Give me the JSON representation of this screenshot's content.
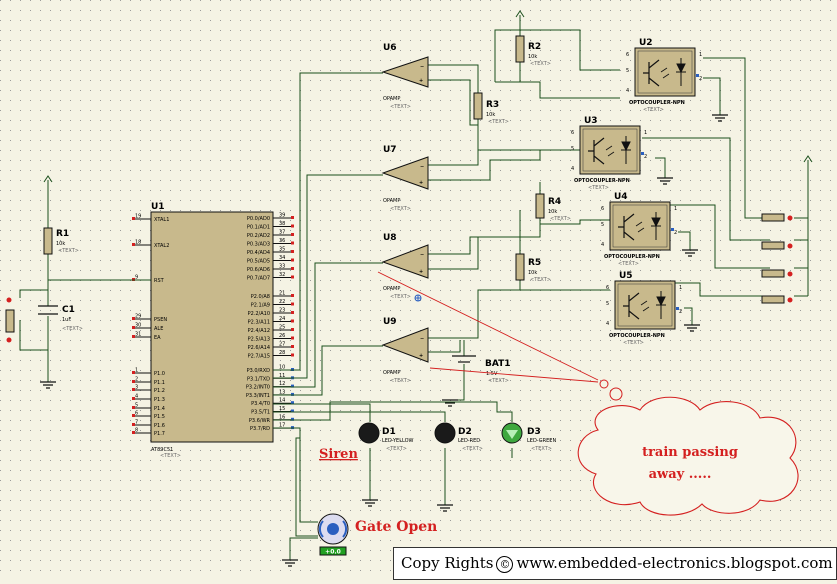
{
  "mcu": {
    "ref": "U1",
    "part": "AT89C51",
    "text": "<TEXT>",
    "left_pins": [
      {
        "num": "19",
        "name": "XTAL1"
      },
      {
        "num": "18",
        "name": "XTAL2"
      },
      {
        "num": "9",
        "name": "RST"
      },
      {
        "num": "29",
        "name": "PSEN"
      },
      {
        "num": "30",
        "name": "ALE"
      },
      {
        "num": "31",
        "name": "EA"
      },
      {
        "num": "1",
        "name": "P1.0"
      },
      {
        "num": "2",
        "name": "P1.1"
      },
      {
        "num": "3",
        "name": "P1.2"
      },
      {
        "num": "4",
        "name": "P1.3"
      },
      {
        "num": "5",
        "name": "P1.4"
      },
      {
        "num": "6",
        "name": "P1.5"
      },
      {
        "num": "7",
        "name": "P1.6"
      },
      {
        "num": "8",
        "name": "P1.7"
      }
    ],
    "right_pins": [
      {
        "num": "39",
        "name": "P0.0/AD0"
      },
      {
        "num": "38",
        "name": "P0.1/AD1"
      },
      {
        "num": "37",
        "name": "P0.2/AD2"
      },
      {
        "num": "36",
        "name": "P0.3/AD3"
      },
      {
        "num": "35",
        "name": "P0.4/AD4"
      },
      {
        "num": "34",
        "name": "P0.5/AD5"
      },
      {
        "num": "33",
        "name": "P0.6/AD6"
      },
      {
        "num": "32",
        "name": "P0.7/AD7"
      },
      {
        "num": "21",
        "name": "P2.0/A8"
      },
      {
        "num": "22",
        "name": "P2.1/A9"
      },
      {
        "num": "23",
        "name": "P2.2/A10"
      },
      {
        "num": "24",
        "name": "P2.3/A11"
      },
      {
        "num": "25",
        "name": "P2.4/A12"
      },
      {
        "num": "26",
        "name": "P2.5/A13"
      },
      {
        "num": "27",
        "name": "P2.6/A14"
      },
      {
        "num": "28",
        "name": "P2.7/A15"
      },
      {
        "num": "10",
        "name": "P3.0/RXD"
      },
      {
        "num": "11",
        "name": "P3.1/TXD"
      },
      {
        "num": "12",
        "name": "P3.2/INT0"
      },
      {
        "num": "13",
        "name": "P3.3/INT1"
      },
      {
        "num": "14",
        "name": "P3.4/T0"
      },
      {
        "num": "15",
        "name": "P3.5/T1"
      },
      {
        "num": "16",
        "name": "P3.6/WR"
      },
      {
        "num": "17",
        "name": "P3.7/RD"
      }
    ]
  },
  "resistors": [
    {
      "ref": "R1",
      "value": "10k",
      "text": "<TEXT>"
    },
    {
      "ref": "R2",
      "value": "10k",
      "text": "<TEXT>"
    },
    {
      "ref": "R3",
      "value": "10k",
      "text": "<TEXT>"
    },
    {
      "ref": "R4",
      "value": "10k",
      "text": "<TEXT>"
    },
    {
      "ref": "R5",
      "value": "10k",
      "text": "<TEXT>"
    }
  ],
  "capacitor": {
    "ref": "C1",
    "value": "1uF",
    "text": "<TEXT>"
  },
  "opamps": [
    {
      "ref": "U6",
      "part": "OPAMP",
      "text": "<TEXT>"
    },
    {
      "ref": "U7",
      "part": "OPAMP",
      "text": "<TEXT>"
    },
    {
      "ref": "U8",
      "part": "OPAMP",
      "text": "<TEXT>"
    },
    {
      "ref": "U9",
      "part": "OPAMP",
      "text": "<TEXT>"
    }
  ],
  "optocouplers": [
    {
      "ref": "U2",
      "part": "OPTOCOUPLER-NPN",
      "text": "<TEXT>"
    },
    {
      "ref": "U3",
      "part": "OPTOCOUPLER-NPN",
      "text": "<TEXT>"
    },
    {
      "ref": "U4",
      "part": "OPTOCOUPLER-NPN",
      "text": "<TEXT>"
    },
    {
      "ref": "U5",
      "part": "OPTOCOUPLER-NPN",
      "text": "<TEXT>"
    }
  ],
  "opto_pins": [
    "6",
    "5",
    "4",
    "1",
    "2"
  ],
  "battery": {
    "ref": "BAT1",
    "value": "1.5V",
    "text": "<TEXT>"
  },
  "leds": [
    {
      "ref": "D1",
      "part": "LED-YELLOW",
      "text": "<TEXT>",
      "color": "#1a1a1a"
    },
    {
      "ref": "D2",
      "part": "LED-RED",
      "text": "<TEXT>",
      "color": "#1a1a1a"
    },
    {
      "ref": "D3",
      "part": "LED-GREEN",
      "text": "<TEXT>",
      "color": "#3fa83f"
    }
  ],
  "motor": {
    "reading": "+0.0"
  },
  "annotations": {
    "siren": "Siren",
    "gate_open": "Gate Open",
    "cloud_line1": "train passing",
    "cloud_line2": "away ....."
  },
  "copyright": {
    "prefix": "Copy Rights",
    "symbol": "©",
    "url": "www.embedded-electronics.blogspot.com"
  },
  "colors": {
    "background": "#f5f3e4",
    "wire": "#1b4f1b",
    "annotation": "#d42020",
    "component": "#c8b98c"
  }
}
